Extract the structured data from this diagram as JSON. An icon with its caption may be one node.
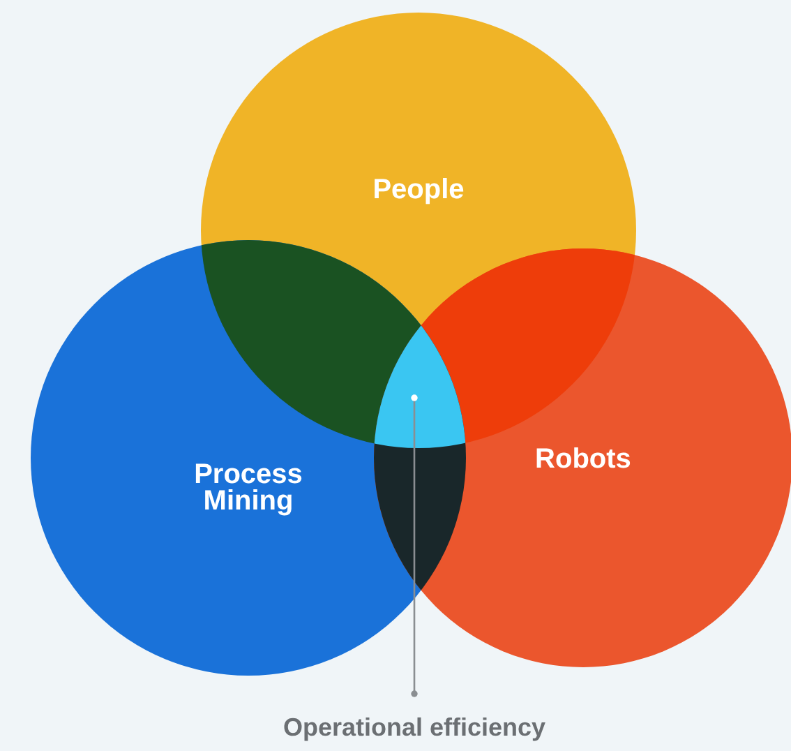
{
  "diagram": {
    "nodes": [
      {
        "text": [
          "People"
        ]
      },
      {
        "text": [
          "Process Mining"
        ]
      },
      {
        "text": [
          "Robots"
        ]
      },
      {
        "text": [
          "Operational efficiency"
        ]
      },
      {
        "text": [],
        "shape": "lens"
      }
    ],
    "edges": [
      {
        "from": 3,
        "to": 4,
        "arrow": "other"
      }
    ]
  }
}
